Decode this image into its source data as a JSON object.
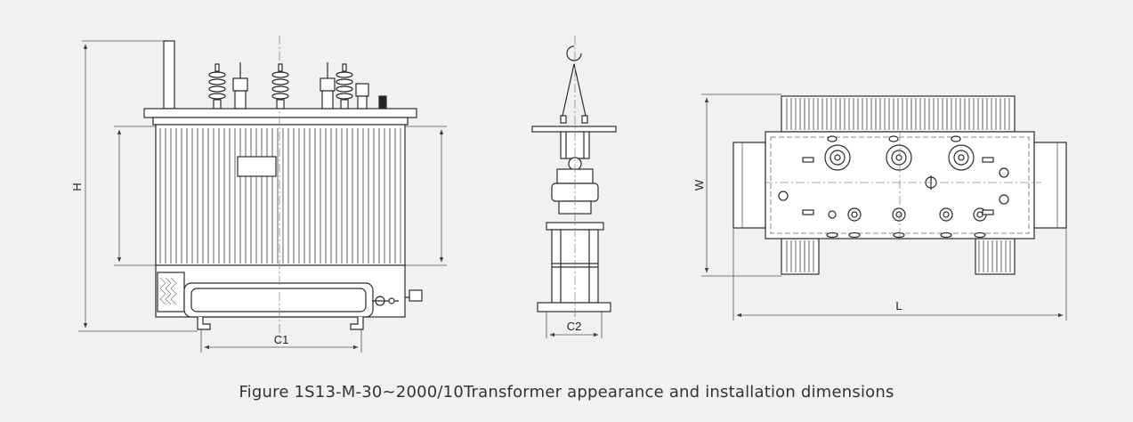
{
  "diagram": {
    "labels": {
      "h": "H",
      "c1": "C1",
      "c2": "C2",
      "w": "W",
      "l": "L"
    },
    "caption": "Figure 1S13-M-30~2000/10Transformer appearance and installation dimensions"
  },
  "colors": {
    "background": "#f1f1f1",
    "line": "#2b2b2b",
    "dim_line": "#555555",
    "fill": "#ffffff"
  }
}
